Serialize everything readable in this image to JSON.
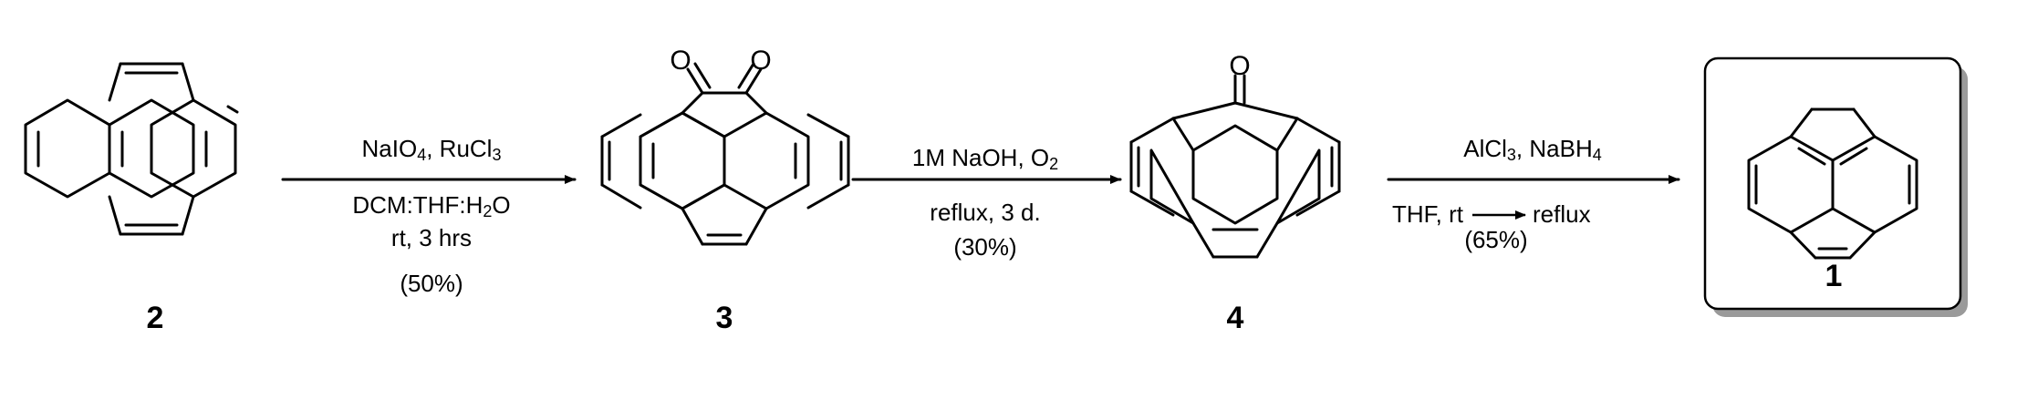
{
  "compounds": [
    {
      "label": "2"
    },
    {
      "label": "3",
      "atom_label": "O"
    },
    {
      "label": "4",
      "atom_label": "O"
    },
    {
      "label": "1"
    }
  ],
  "steps": [
    {
      "reagents_top": "NaIO4, RuCl3",
      "line2": "DCM:THF:H2O",
      "line3": "rt, 3 hrs",
      "yield": "(50%)"
    },
    {
      "reagents_top": "1M NaOH, O2",
      "line2": "reflux, 3 d.",
      "yield": "(30%)"
    },
    {
      "reagents_top": "AlCl3, NaBH4",
      "line2_left": "THF, rt",
      "line2_right": "reflux",
      "yield": "(65%)"
    }
  ],
  "colors": {
    "ink": "#000000",
    "box_shadow": "#9a9a9a",
    "box_fill": "#ffffff"
  }
}
